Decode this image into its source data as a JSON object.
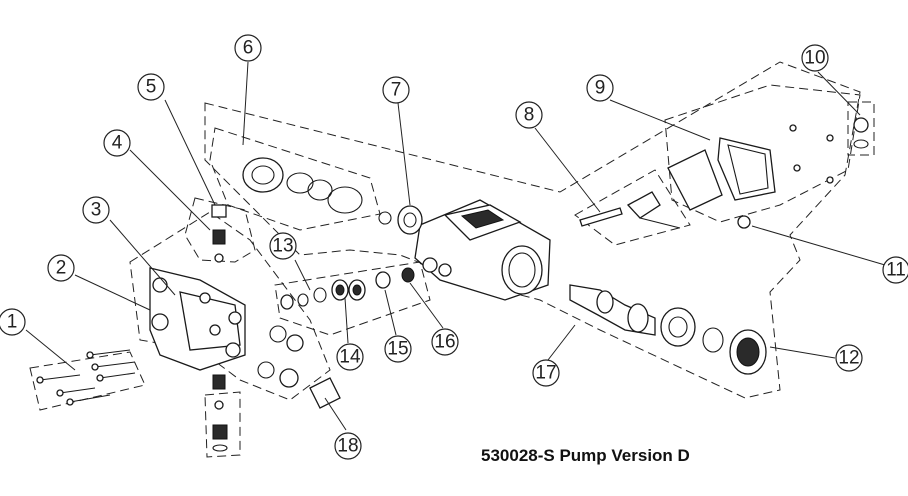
{
  "caption": "530028-S Pump Version D",
  "callouts": [
    "1",
    "2",
    "3",
    "4",
    "5",
    "6",
    "7",
    "8",
    "9",
    "10",
    "11",
    "12",
    "13",
    "14",
    "15",
    "16",
    "17",
    "18"
  ]
}
